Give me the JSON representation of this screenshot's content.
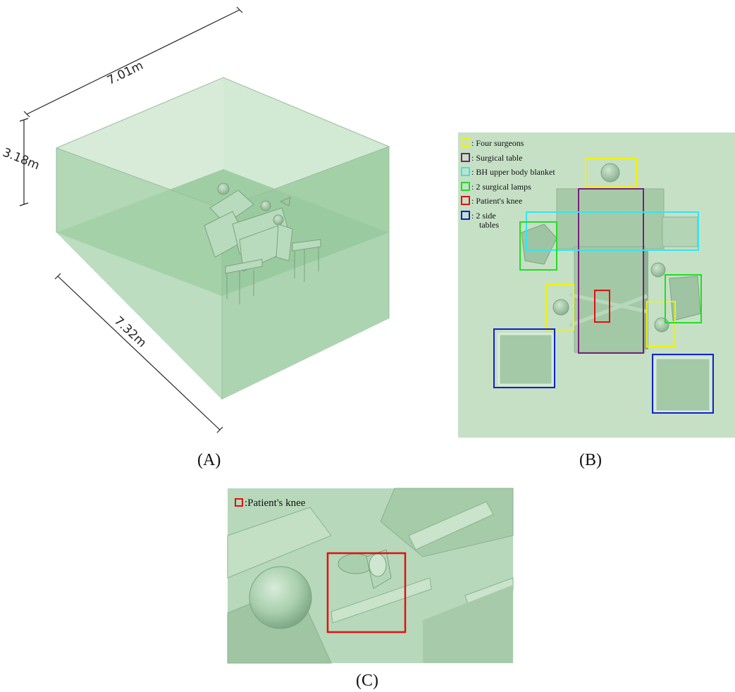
{
  "panel_a": {
    "caption": "(A)",
    "dim_width": "7.01m",
    "dim_height": "3.18m",
    "dim_depth": "7.32m"
  },
  "panel_b": {
    "caption": "(B)",
    "legend": [
      {
        "label": ": Four surgeons",
        "color": "#f2f200"
      },
      {
        "label": ": Surgical table",
        "color": "#7a1f7a"
      },
      {
        "label": ": BH upper body blanket",
        "color": "#33e6f0"
      },
      {
        "label": ": 2 surgical lamps",
        "color": "#22dd22"
      },
      {
        "label": ": Patient's knee",
        "color": "#e01010"
      },
      {
        "label": ": 2 side",
        "label2": "tables",
        "color": "#1020d0"
      }
    ]
  },
  "panel_c": {
    "caption": "(C)",
    "legend_label": ":Patient's knee",
    "legend_color": "#e01010"
  }
}
